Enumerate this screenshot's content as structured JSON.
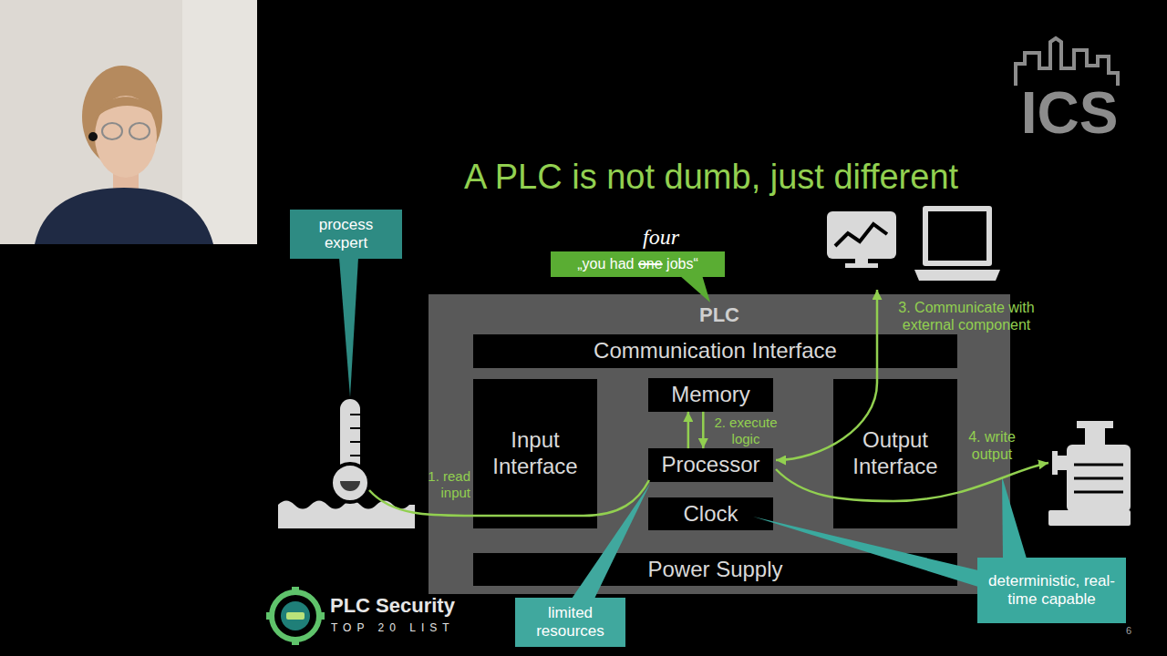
{
  "diagram": {
    "title": "A PLC is not dumb, just different",
    "nodes": [
      {
        "text": [
          "process expert"
        ]
      },
      {
        "text": [
          "„you had one jobs“"
        ]
      },
      {
        "text": [
          "PLC"
        ]
      },
      {
        "text": [
          "Communication Interface"
        ],
        "in": 2
      },
      {
        "text": [
          "Input Interface"
        ],
        "in": 2
      },
      {
        "text": [
          "Memory"
        ],
        "in": 2
      },
      {
        "text": [
          "Processor"
        ],
        "in": 2
      },
      {
        "text": [
          "Clock"
        ],
        "in": 2
      },
      {
        "text": [
          "Output Interface"
        ],
        "in": 2
      },
      {
        "text": [
          "Power Supply"
        ],
        "in": 2
      },
      {
        "text": [
          "deterministic, real-time capable"
        ]
      },
      {
        "text": [
          "limited resources"
        ]
      }
    ],
    "edges": [
      {
        "from": 6,
        "to": 5,
        "arrow": "to",
        "label": "2. execute logic"
      },
      {
        "from": 5,
        "to": 6,
        "arrow": "to"
      }
    ],
    "labels": [
      "ICS",
      "four",
      "1. read input",
      "3. Communicate with external component",
      "4. write output",
      "PLC Security",
      "TOP 20 LIST",
      "6"
    ]
  }
}
